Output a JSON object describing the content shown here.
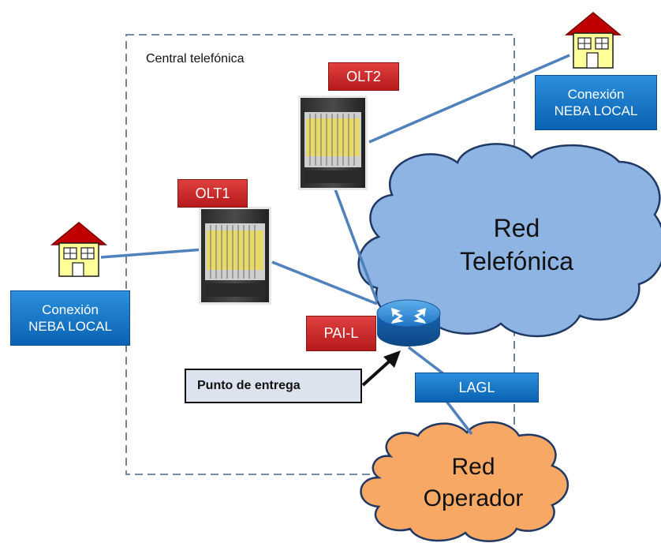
{
  "central": {
    "label": "Central telefónica"
  },
  "olt1": {
    "label": "OLT1"
  },
  "olt2": {
    "label": "OLT2"
  },
  "pai": {
    "label": "PAI-L"
  },
  "lagl": {
    "label": "LAGL"
  },
  "conexion_left": {
    "line1": "Conexión",
    "line2": "NEBA LOCAL"
  },
  "conexion_right": {
    "line1": "Conexión",
    "line2": "NEBA LOCAL"
  },
  "red_telefonica": {
    "line1": "Red",
    "line2": "Telefónica"
  },
  "red_operador": {
    "line1": "Red",
    "line2": "Operador"
  },
  "punto_entrega": {
    "label": "Punto de entrega"
  },
  "colors": {
    "link": "#4f81bd",
    "cloud_telefonica": "#8eb4e3",
    "cloud_operador": "#f7a865",
    "label_blue": "#0a62b3",
    "label_red": "#c0272d",
    "house_roof": "#c00000",
    "house_wall": "#ffff99"
  }
}
